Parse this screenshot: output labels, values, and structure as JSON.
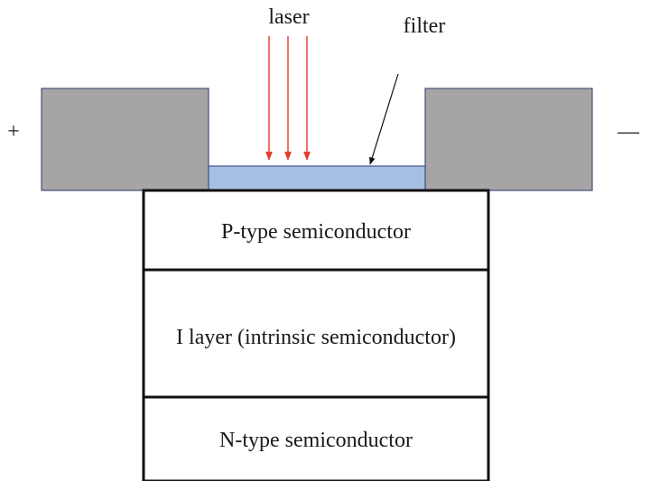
{
  "labels": {
    "laser": "laser",
    "filter": "filter",
    "positive": "+",
    "negative": "—"
  },
  "layers": [
    {
      "label": "P-type semiconductor"
    },
    {
      "label": "I layer (intrinsic semiconductor)"
    },
    {
      "label": "N-type semiconductor"
    }
  ],
  "colors": {
    "electrode_fill": "#a6a4a5",
    "electrode_stroke": "#44507a",
    "filter_fill": "#a6bee1",
    "filter_stroke": "#3e5588",
    "laser_arrow": "#e23b2e",
    "pointer": "#111111",
    "layer_stroke": "#111111"
  }
}
